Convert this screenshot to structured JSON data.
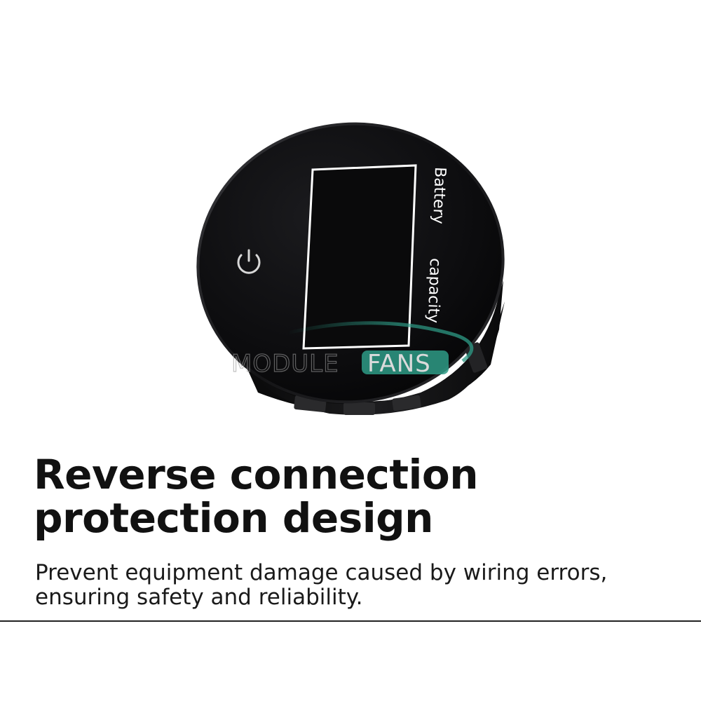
{
  "product": {
    "display_label_line1": "Battery",
    "display_label_line2": "capacity",
    "power_icon": "power-icon"
  },
  "watermark": {
    "part1": "MODULE",
    "part2": "FANS",
    "accent_color": "#2e9b86"
  },
  "headline": {
    "line1": "Reverse connection",
    "line2": "protection design"
  },
  "description": {
    "line1": "Prevent equipment damage caused by wiring errors,",
    "line2": "ensuring safety and reliability."
  },
  "colors": {
    "device_body": "#0d0d0f",
    "device_display_outline": "#ffffff",
    "text_primary": "#111111"
  }
}
